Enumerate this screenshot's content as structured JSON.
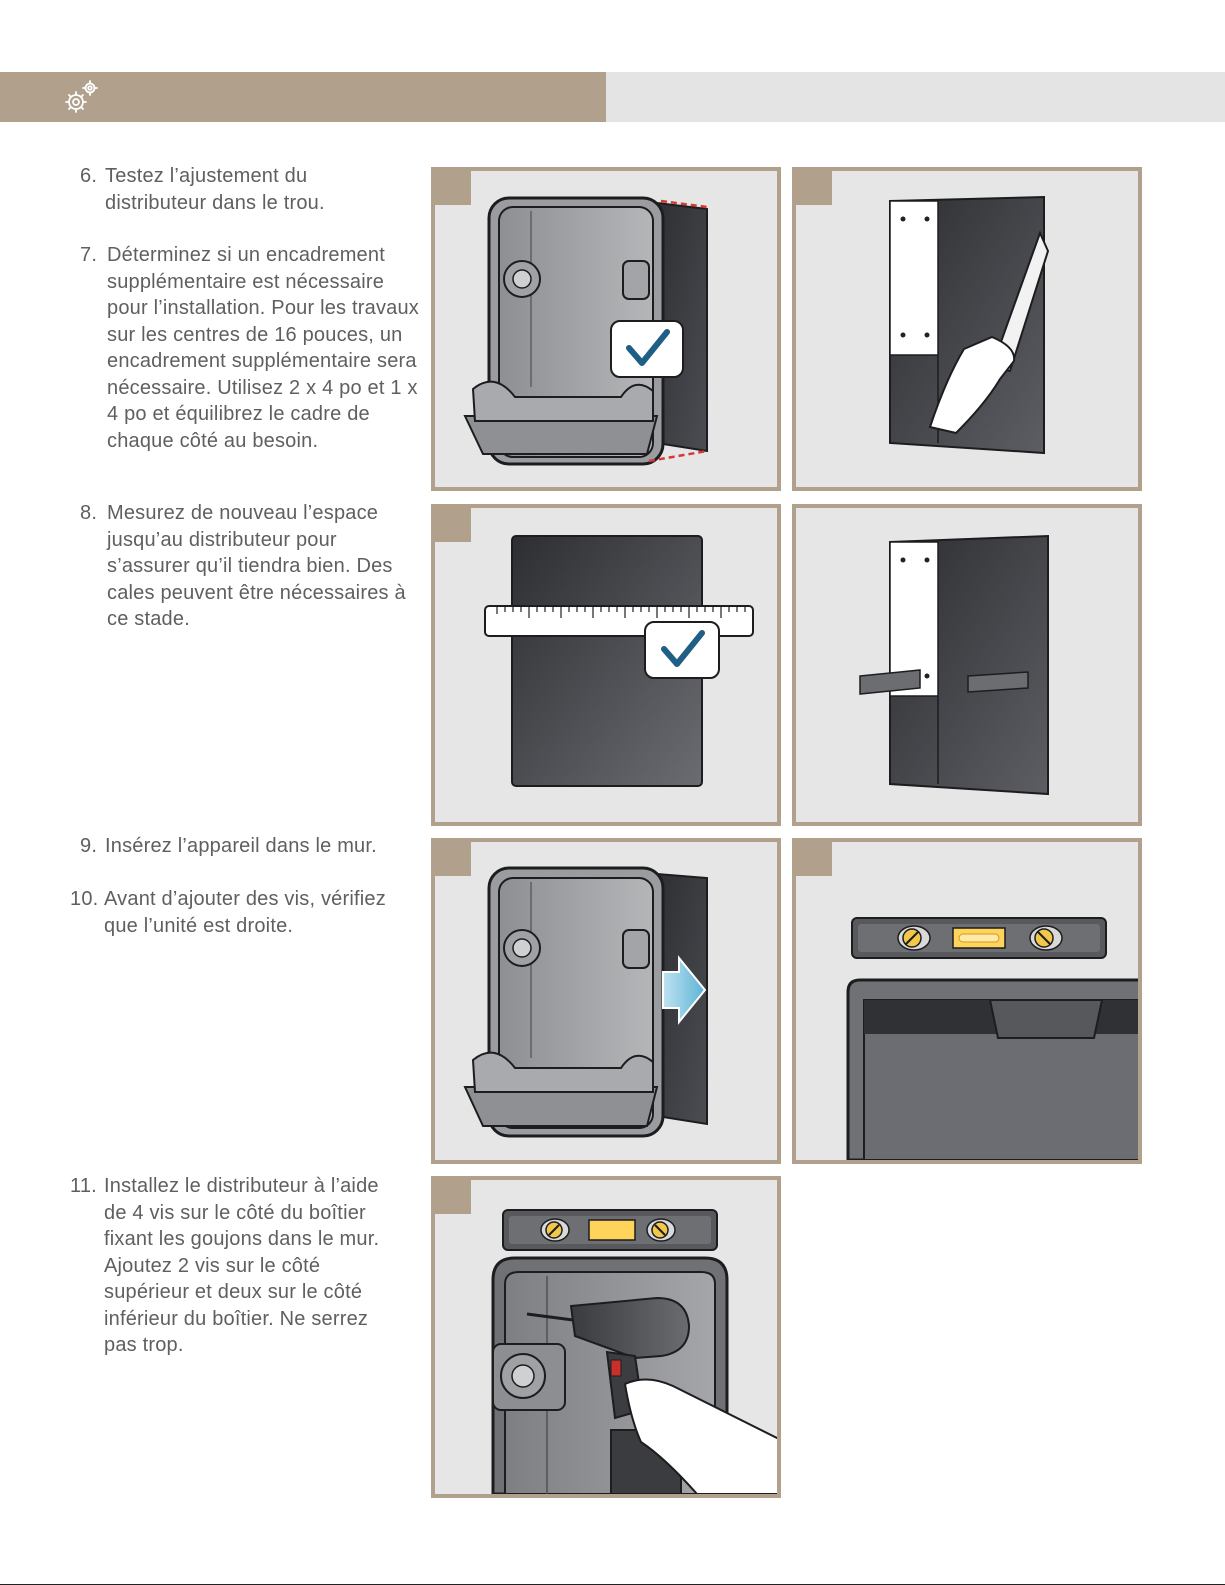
{
  "header": {
    "icon": "gears-icon"
  },
  "steps": [
    {
      "number": "6.",
      "text": "Testez l’ajustement du distributeur dans le trou."
    },
    {
      "number": "7.",
      "text": "Déterminez si un encadrement supplémentaire est nécessaire pour l’installation. Pour les travaux sur les centres de 16 pouces, un encadrement supplémentaire sera nécessaire. Utilisez 2 x 4 po et 1 x 4 po et équilibrez le cadre de chaque côté au besoin."
    },
    {
      "number": "8.",
      "text": "Mesurez de nouveau l’espace jusqu’au distributeur pour s’assurer qu’il tiendra bien. Des cales peuvent être nécessaires à ce stade."
    },
    {
      "number": "9.",
      "text": "Insérez l’appareil dans le mur."
    },
    {
      "number": "10.",
      "text": "Avant d’ajouter des vis, vérifiez que l’unité est droite."
    },
    {
      "number": "11.",
      "text": "Installez le distributeur à l’aide de 4 vis sur le côté du boîtier fixant les goujons dans le mur. Ajoutez 2 vis sur le côté supérieur et deux sur le côté inférieur du boîtier. Ne serrez pas trop."
    }
  ],
  "colors": {
    "accent": "#b0a08c",
    "panel_bg": "#e6e6e6",
    "check": "#1f5f86",
    "header_gray": "#e4e4e4"
  }
}
